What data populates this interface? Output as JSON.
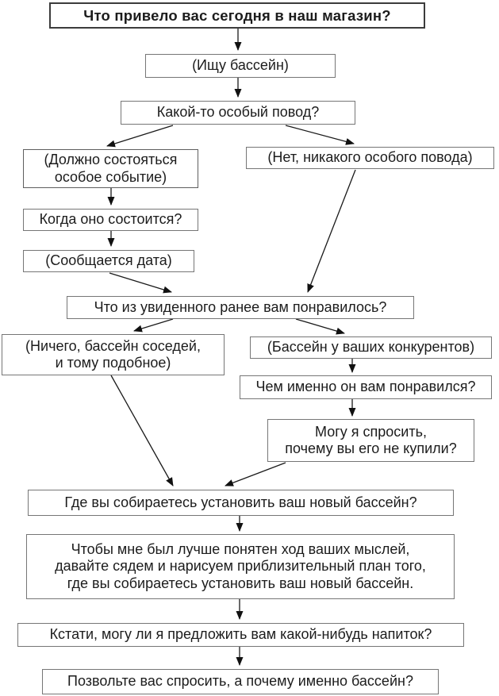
{
  "diagram": {
    "type": "flowchart",
    "language": "ru",
    "title": "Что привело вас сегодня в наш магазин?",
    "colors": {
      "background": "#ffffff",
      "box_fill": "#ffffff",
      "box_border": "#767676",
      "title_border": "#3c3c3c",
      "text": "#1c1c1c",
      "arrow": "#1a1a1a"
    },
    "nodes": {
      "main_question": {
        "text": "Что привело вас сегодня в наш магазин?",
        "emphasis": "bold"
      },
      "answer_pool": {
        "text": "(Ищу бассейн)"
      },
      "q_occasion": {
        "text": "Какой-то особый повод?"
      },
      "a_special_event": {
        "text": "(Должно состояться\nособое событие)"
      },
      "a_no_occasion": {
        "text": "(Нет, никакого особого повода)"
      },
      "q_when": {
        "text": "Когда оно состоится?"
      },
      "a_date": {
        "text": "(Сообщается дата)"
      },
      "q_seen_liked": {
        "text": "Что из увиденного ранее вам понравилось?"
      },
      "a_nothing": {
        "text": "(Ничего, бассейн соседей,\nи тому подобное)"
      },
      "a_competitors": {
        "text": "(Бассейн у ваших конкурентов)"
      },
      "q_what_liked": {
        "text": "Чем именно он вам понравился?"
      },
      "q_why_not_bought": {
        "text": "Могу я спросить,\nпочему вы его не купили?"
      },
      "q_where_install": {
        "text": "Где вы собираетесь установить ваш новый бассейн?"
      },
      "s_draw_plan": {
        "text": "Чтобы мне был лучше понятен ход ваших мыслей,\nдавайте сядем и нарисуем приблизительный план того,\nгде вы собираетесь установить ваш новый бассейн."
      },
      "q_drink": {
        "text": "Кстати, могу ли я предложить вам какой-нибудь напиток?"
      },
      "q_why_pool": {
        "text": "Позвольте вас спросить, а почему именно бассейн?"
      }
    },
    "edges": [
      {
        "from": "main_question",
        "to": "answer_pool"
      },
      {
        "from": "answer_pool",
        "to": "q_occasion"
      },
      {
        "from": "q_occasion",
        "to": "a_special_event"
      },
      {
        "from": "q_occasion",
        "to": "a_no_occasion"
      },
      {
        "from": "a_special_event",
        "to": "q_when"
      },
      {
        "from": "q_when",
        "to": "a_date"
      },
      {
        "from": "a_date",
        "to": "q_seen_liked"
      },
      {
        "from": "a_no_occasion",
        "to": "q_seen_liked"
      },
      {
        "from": "q_seen_liked",
        "to": "a_nothing"
      },
      {
        "from": "q_seen_liked",
        "to": "a_competitors"
      },
      {
        "from": "a_competitors",
        "to": "q_what_liked"
      },
      {
        "from": "q_what_liked",
        "to": "q_why_not_bought"
      },
      {
        "from": "a_nothing",
        "to": "q_where_install"
      },
      {
        "from": "q_why_not_bought",
        "to": "q_where_install"
      },
      {
        "from": "q_where_install",
        "to": "s_draw_plan"
      },
      {
        "from": "s_draw_plan",
        "to": "q_drink"
      },
      {
        "from": "q_drink",
        "to": "q_why_pool"
      }
    ]
  }
}
